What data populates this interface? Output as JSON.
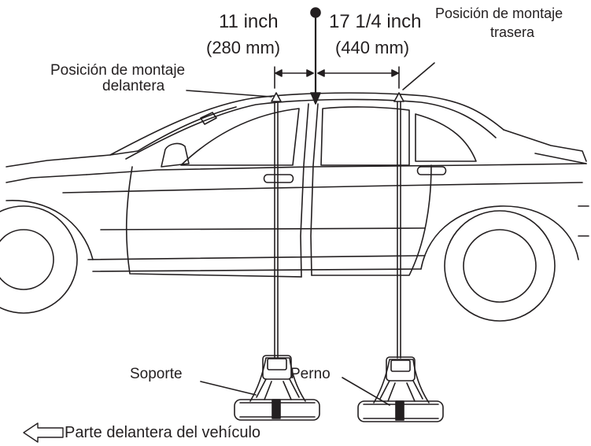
{
  "front_spacing": {
    "inch": "11  inch",
    "mm": "(280 mm)"
  },
  "rear_spacing": {
    "inch": "17 1/4 inch",
    "mm": "(440 mm)"
  },
  "front_mount": {
    "line1": "Posición de montaje",
    "line2": "delantera"
  },
  "rear_mount": {
    "line1": "Posición de montaje",
    "line2": "trasera"
  },
  "bracket_label": "Soporte",
  "bolt_label": "Perno",
  "front_direction": "Parte delantera del vehículo",
  "colors": {
    "ink": "#231f20",
    "background": "#ffffff"
  },
  "icons": {
    "front_arrow": "arrow-left-outline-icon",
    "pillar_marker": "dot-arrow-down-icon"
  }
}
